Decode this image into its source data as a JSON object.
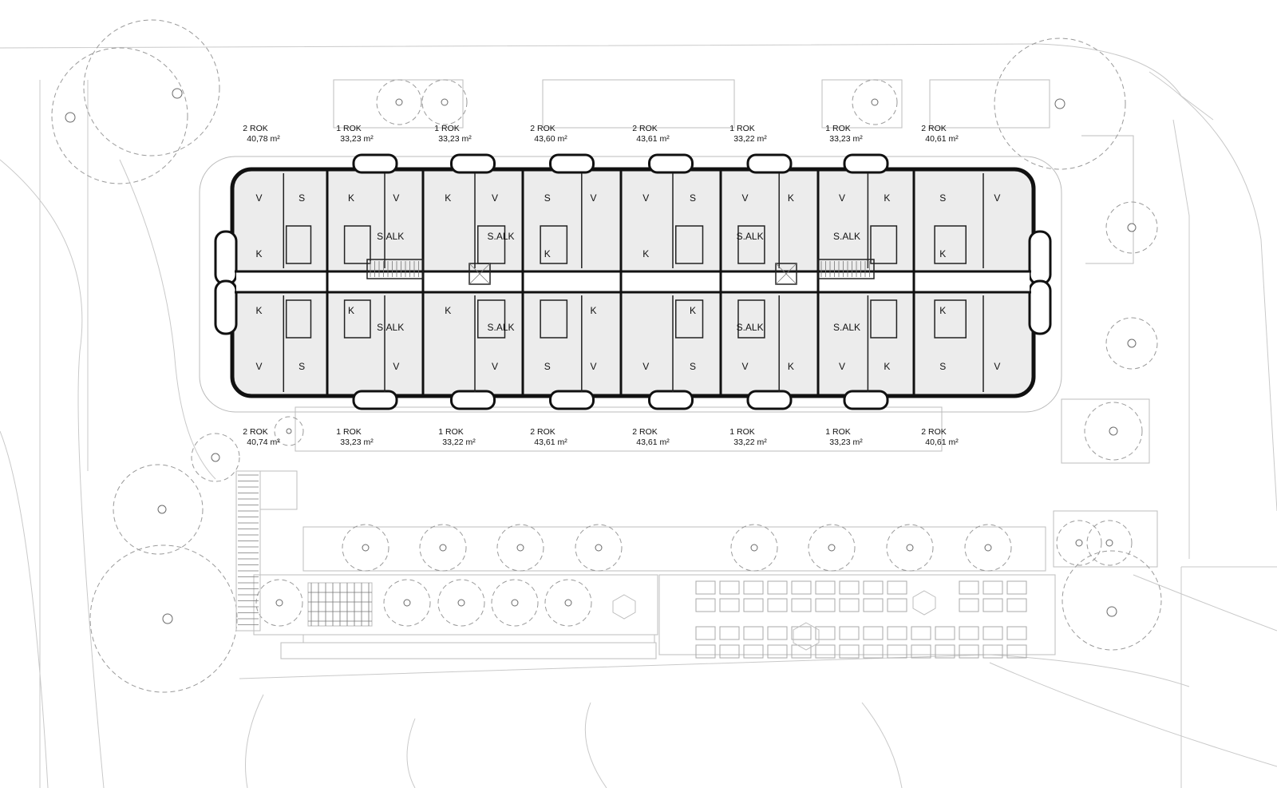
{
  "plan": {
    "rooms": [
      {
        "t": "V",
        "row": "n",
        "c": 0,
        "s": "a"
      },
      {
        "t": "S",
        "row": "n",
        "c": 0,
        "s": "b"
      },
      {
        "t": "K",
        "row": "n",
        "c": 0,
        "s": "c"
      },
      {
        "t": "K",
        "row": "n",
        "c": 1,
        "s": "a"
      },
      {
        "t": "V",
        "row": "n",
        "c": 1,
        "s": "b"
      },
      {
        "t": "S.ALK",
        "row": "n",
        "c": 1,
        "s": "c"
      },
      {
        "t": "K",
        "row": "n",
        "c": 2,
        "s": "a"
      },
      {
        "t": "V",
        "row": "n",
        "c": 2,
        "s": "b"
      },
      {
        "t": "S.ALK",
        "row": "n",
        "c": 2,
        "s": "c"
      },
      {
        "t": "S",
        "row": "n",
        "c": 3,
        "s": "a"
      },
      {
        "t": "V",
        "row": "n",
        "c": 3,
        "s": "b"
      },
      {
        "t": "K",
        "row": "n",
        "c": 3,
        "s": "c"
      },
      {
        "t": "V",
        "row": "n",
        "c": 4,
        "s": "a"
      },
      {
        "t": "S",
        "row": "n",
        "c": 4,
        "s": "b"
      },
      {
        "t": "K",
        "row": "n",
        "c": 4,
        "s": "c"
      },
      {
        "t": "V",
        "row": "n",
        "c": 5,
        "s": "a"
      },
      {
        "t": "K",
        "row": "n",
        "c": 5,
        "s": "b"
      },
      {
        "t": "S.ALK",
        "row": "n",
        "c": 5,
        "s": "c"
      },
      {
        "t": "V",
        "row": "n",
        "c": 6,
        "s": "a"
      },
      {
        "t": "K",
        "row": "n",
        "c": 6,
        "s": "b"
      },
      {
        "t": "S.ALK",
        "row": "n",
        "c": 6,
        "s": "c"
      },
      {
        "t": "S",
        "row": "n",
        "c": 7,
        "s": "a"
      },
      {
        "t": "V",
        "row": "n",
        "c": 7,
        "s": "b"
      },
      {
        "t": "K",
        "row": "n",
        "c": 7,
        "s": "c"
      },
      {
        "t": "K",
        "row": "s",
        "c": 0,
        "s": "c"
      },
      {
        "t": "V",
        "row": "s",
        "c": 0,
        "s": "a"
      },
      {
        "t": "S",
        "row": "s",
        "c": 0,
        "s": "b"
      },
      {
        "t": "S.ALK",
        "row": "s",
        "c": 1,
        "s": "c"
      },
      {
        "t": "K",
        "row": "s",
        "c": 1,
        "s": "a"
      },
      {
        "t": "V",
        "row": "s",
        "c": 1,
        "s": "b"
      },
      {
        "t": "S.ALK",
        "row": "s",
        "c": 2,
        "s": "c"
      },
      {
        "t": "K",
        "row": "s",
        "c": 2,
        "s": "a"
      },
      {
        "t": "V",
        "row": "s",
        "c": 2,
        "s": "b"
      },
      {
        "t": "K",
        "row": "s",
        "c": 3,
        "s": "c"
      },
      {
        "t": "S",
        "row": "s",
        "c": 3,
        "s": "a"
      },
      {
        "t": "V",
        "row": "s",
        "c": 3,
        "s": "b"
      },
      {
        "t": "K",
        "row": "s",
        "c": 4,
        "s": "c"
      },
      {
        "t": "V",
        "row": "s",
        "c": 4,
        "s": "a"
      },
      {
        "t": "S",
        "row": "s",
        "c": 4,
        "s": "b"
      },
      {
        "t": "S.ALK",
        "row": "s",
        "c": 5,
        "s": "c"
      },
      {
        "t": "V",
        "row": "s",
        "c": 5,
        "s": "a"
      },
      {
        "t": "K",
        "row": "s",
        "c": 5,
        "s": "b"
      },
      {
        "t": "S.ALK",
        "row": "s",
        "c": 6,
        "s": "c"
      },
      {
        "t": "V",
        "row": "s",
        "c": 6,
        "s": "a"
      },
      {
        "t": "K",
        "row": "s",
        "c": 6,
        "s": "b"
      },
      {
        "t": "K",
        "row": "s",
        "c": 7,
        "s": "c"
      },
      {
        "t": "S",
        "row": "s",
        "c": 7,
        "s": "a"
      },
      {
        "t": "V",
        "row": "s",
        "c": 7,
        "s": "b"
      }
    ],
    "units_north": [
      {
        "type": "2 ROK",
        "area": "40,78 m²"
      },
      {
        "type": "1 ROK",
        "area": "33,23 m²"
      },
      {
        "type": "1 ROK",
        "area": "33,23 m²"
      },
      {
        "type": "2 ROK",
        "area": "43,60 m²"
      },
      {
        "type": "2 ROK",
        "area": "43,61 m²"
      },
      {
        "type": "1 ROK",
        "area": "33,22 m²"
      },
      {
        "type": "1 ROK",
        "area": "33,23 m²"
      },
      {
        "type": "2 ROK",
        "area": "40,61 m²"
      }
    ],
    "units_south": [
      {
        "type": "2 ROK",
        "area": "40,74 m²"
      },
      {
        "type": "1 ROK",
        "area": "33,23 m²"
      },
      {
        "type": "1 ROK",
        "area": "33,22 m²"
      },
      {
        "type": "2 ROK",
        "area": "43,61 m²"
      },
      {
        "type": "2 ROK",
        "area": "43,61 m²"
      },
      {
        "type": "1 ROK",
        "area": "33,22 m²"
      },
      {
        "type": "1 ROK",
        "area": "33,23 m²"
      },
      {
        "type": "2 ROK",
        "area": "40,61 m²"
      }
    ]
  }
}
